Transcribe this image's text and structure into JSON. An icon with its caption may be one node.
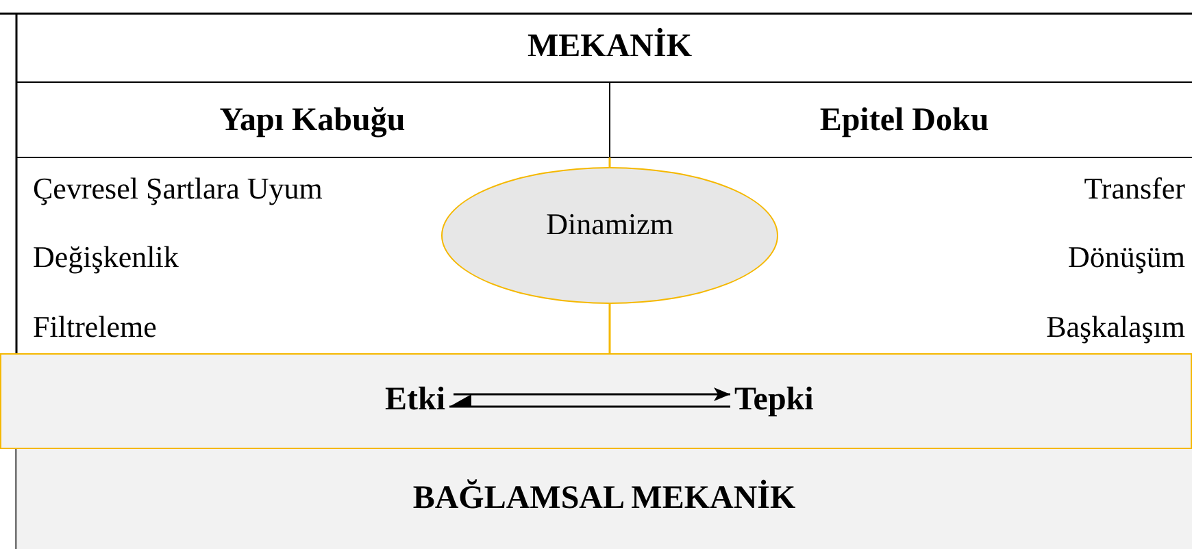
{
  "diagram": {
    "nodes": [
      {
        "text": [
          "Dinamizm"
        ]
      },
      {
        "text": [],
        "shape": "box"
      },
      {
        "text": [
          "Etki"
        ],
        "in": 1
      },
      {
        "text": [
          "Tepki"
        ],
        "in": 1
      },
      {
        "text": [
          "BAĞLAMSAL MEKANİK"
        ]
      }
    ],
    "edges": [
      {
        "from": 0,
        "to": 1,
        "arrow": "none",
        "color": "#f5b800"
      },
      {
        "from": 2,
        "to": 3,
        "arrow": "to"
      },
      {
        "from": 3,
        "to": 2,
        "arrow": "to"
      }
    ],
    "labels": [
      "MEKANİK",
      "Yapı Kabuğu",
      "Epitel Doku",
      "Çevresel Şartlara Uyum",
      "Transfer",
      "Değişkenlik",
      "Dönüşüm",
      "Filtreleme",
      "Başkalaşım"
    ]
  }
}
